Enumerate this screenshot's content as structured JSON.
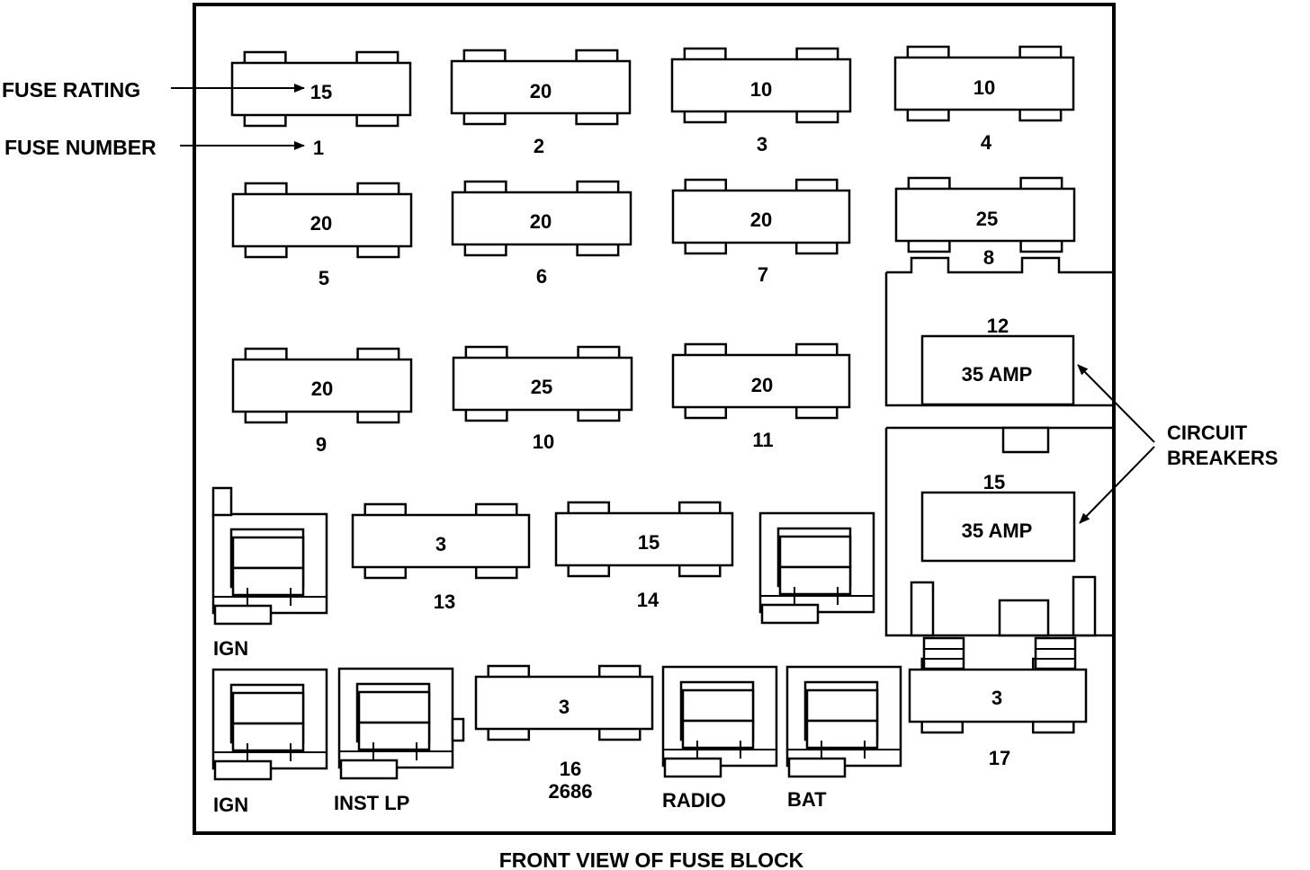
{
  "legend": {
    "fuse_rating": "FUSE RATING",
    "fuse_number": "FUSE NUMBER"
  },
  "fuses": [
    {
      "number": "1",
      "rating": "15"
    },
    {
      "number": "2",
      "rating": "20"
    },
    {
      "number": "3",
      "rating": "10"
    },
    {
      "number": "4",
      "rating": "10"
    },
    {
      "number": "5",
      "rating": "20"
    },
    {
      "number": "6",
      "rating": "20"
    },
    {
      "number": "7",
      "rating": "20"
    },
    {
      "number": "8",
      "rating": "25"
    },
    {
      "number": "9",
      "rating": "20"
    },
    {
      "number": "10",
      "rating": "25"
    },
    {
      "number": "11",
      "rating": "20"
    },
    {
      "number": "13",
      "rating": "3"
    },
    {
      "number": "14",
      "rating": "15"
    },
    {
      "number": "16",
      "rating": "3",
      "part": "2686"
    },
    {
      "number": "17",
      "rating": "3"
    }
  ],
  "breakers": [
    {
      "number": "12",
      "rating": "35 AMP"
    },
    {
      "number": "15",
      "rating": "35 AMP"
    }
  ],
  "breakers_label": {
    "line1": "CIRCUIT",
    "line2": "BREAKERS"
  },
  "relays": {
    "ign_upper": "IGN",
    "ign_lower": "IGN",
    "inst_lp": "INST LP",
    "radio": "RADIO",
    "bat": "BAT"
  },
  "caption": "FRONT VIEW OF FUSE BLOCK"
}
